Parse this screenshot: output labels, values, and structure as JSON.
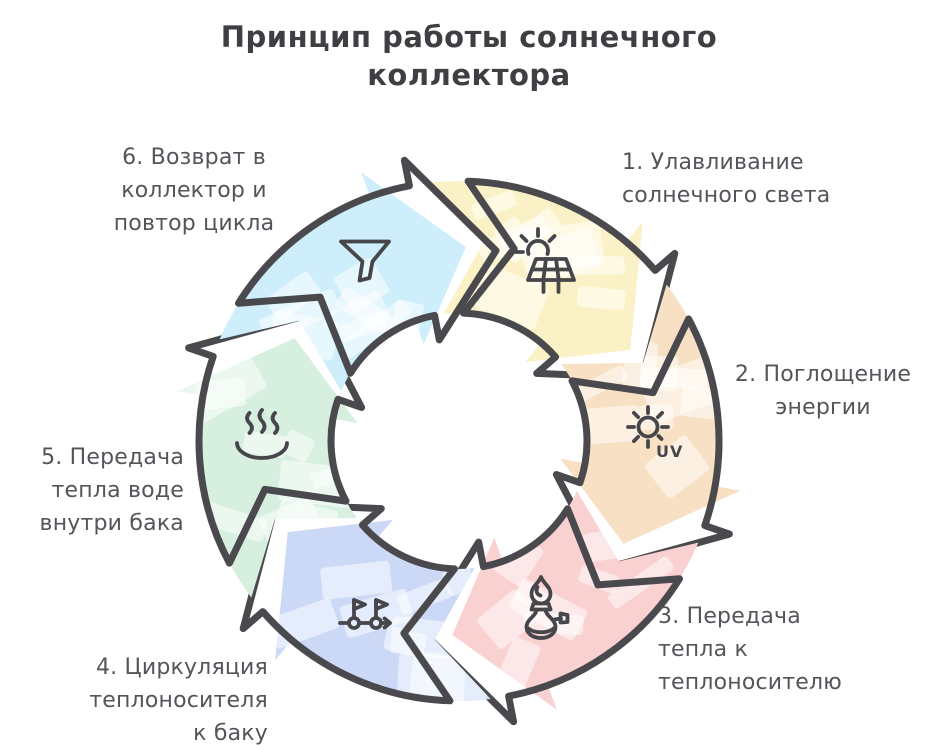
{
  "title": "Принцип работы солнечного\nколлектора",
  "diagram": {
    "type": "cycle",
    "direction": "clockwise",
    "segment_count": 6
  },
  "style": {
    "background": "#ffffff",
    "outline_color": "#4a4a4e",
    "label_color": "#54545a",
    "title_color": "#3e3e43",
    "texture_color": "#ffffff"
  },
  "steps": [
    {
      "id": 1,
      "label": "1. Улавливание\nсолнечного света",
      "icon": "solar-panel-sun-icon",
      "fill": "#FAF2C6"
    },
    {
      "id": 2,
      "label": "2. Поглощение\nэнергии",
      "icon": "uv-sun-icon",
      "icon_text": "UV",
      "fill": "#F8E0C4"
    },
    {
      "id": 3,
      "label": "3. Передача\nтепла к\nтеплоносителю",
      "icon": "burner-icon",
      "fill": "#F9D1D0"
    },
    {
      "id": 4,
      "label": "4. Циркуляция\nтеплоносителя\nк баку",
      "icon": "milestone-flags-icon",
      "fill": "#CBD9F6"
    },
    {
      "id": 5,
      "label": "5. Передача\nтепла воде\nвнутри бака",
      "icon": "steam-icon",
      "fill": "#D6EFDF"
    },
    {
      "id": 6,
      "label": "6. Возврат в\nколлектор и\nповтор цикла",
      "icon": "funnel-icon",
      "fill": "#CDEEFA"
    }
  ]
}
